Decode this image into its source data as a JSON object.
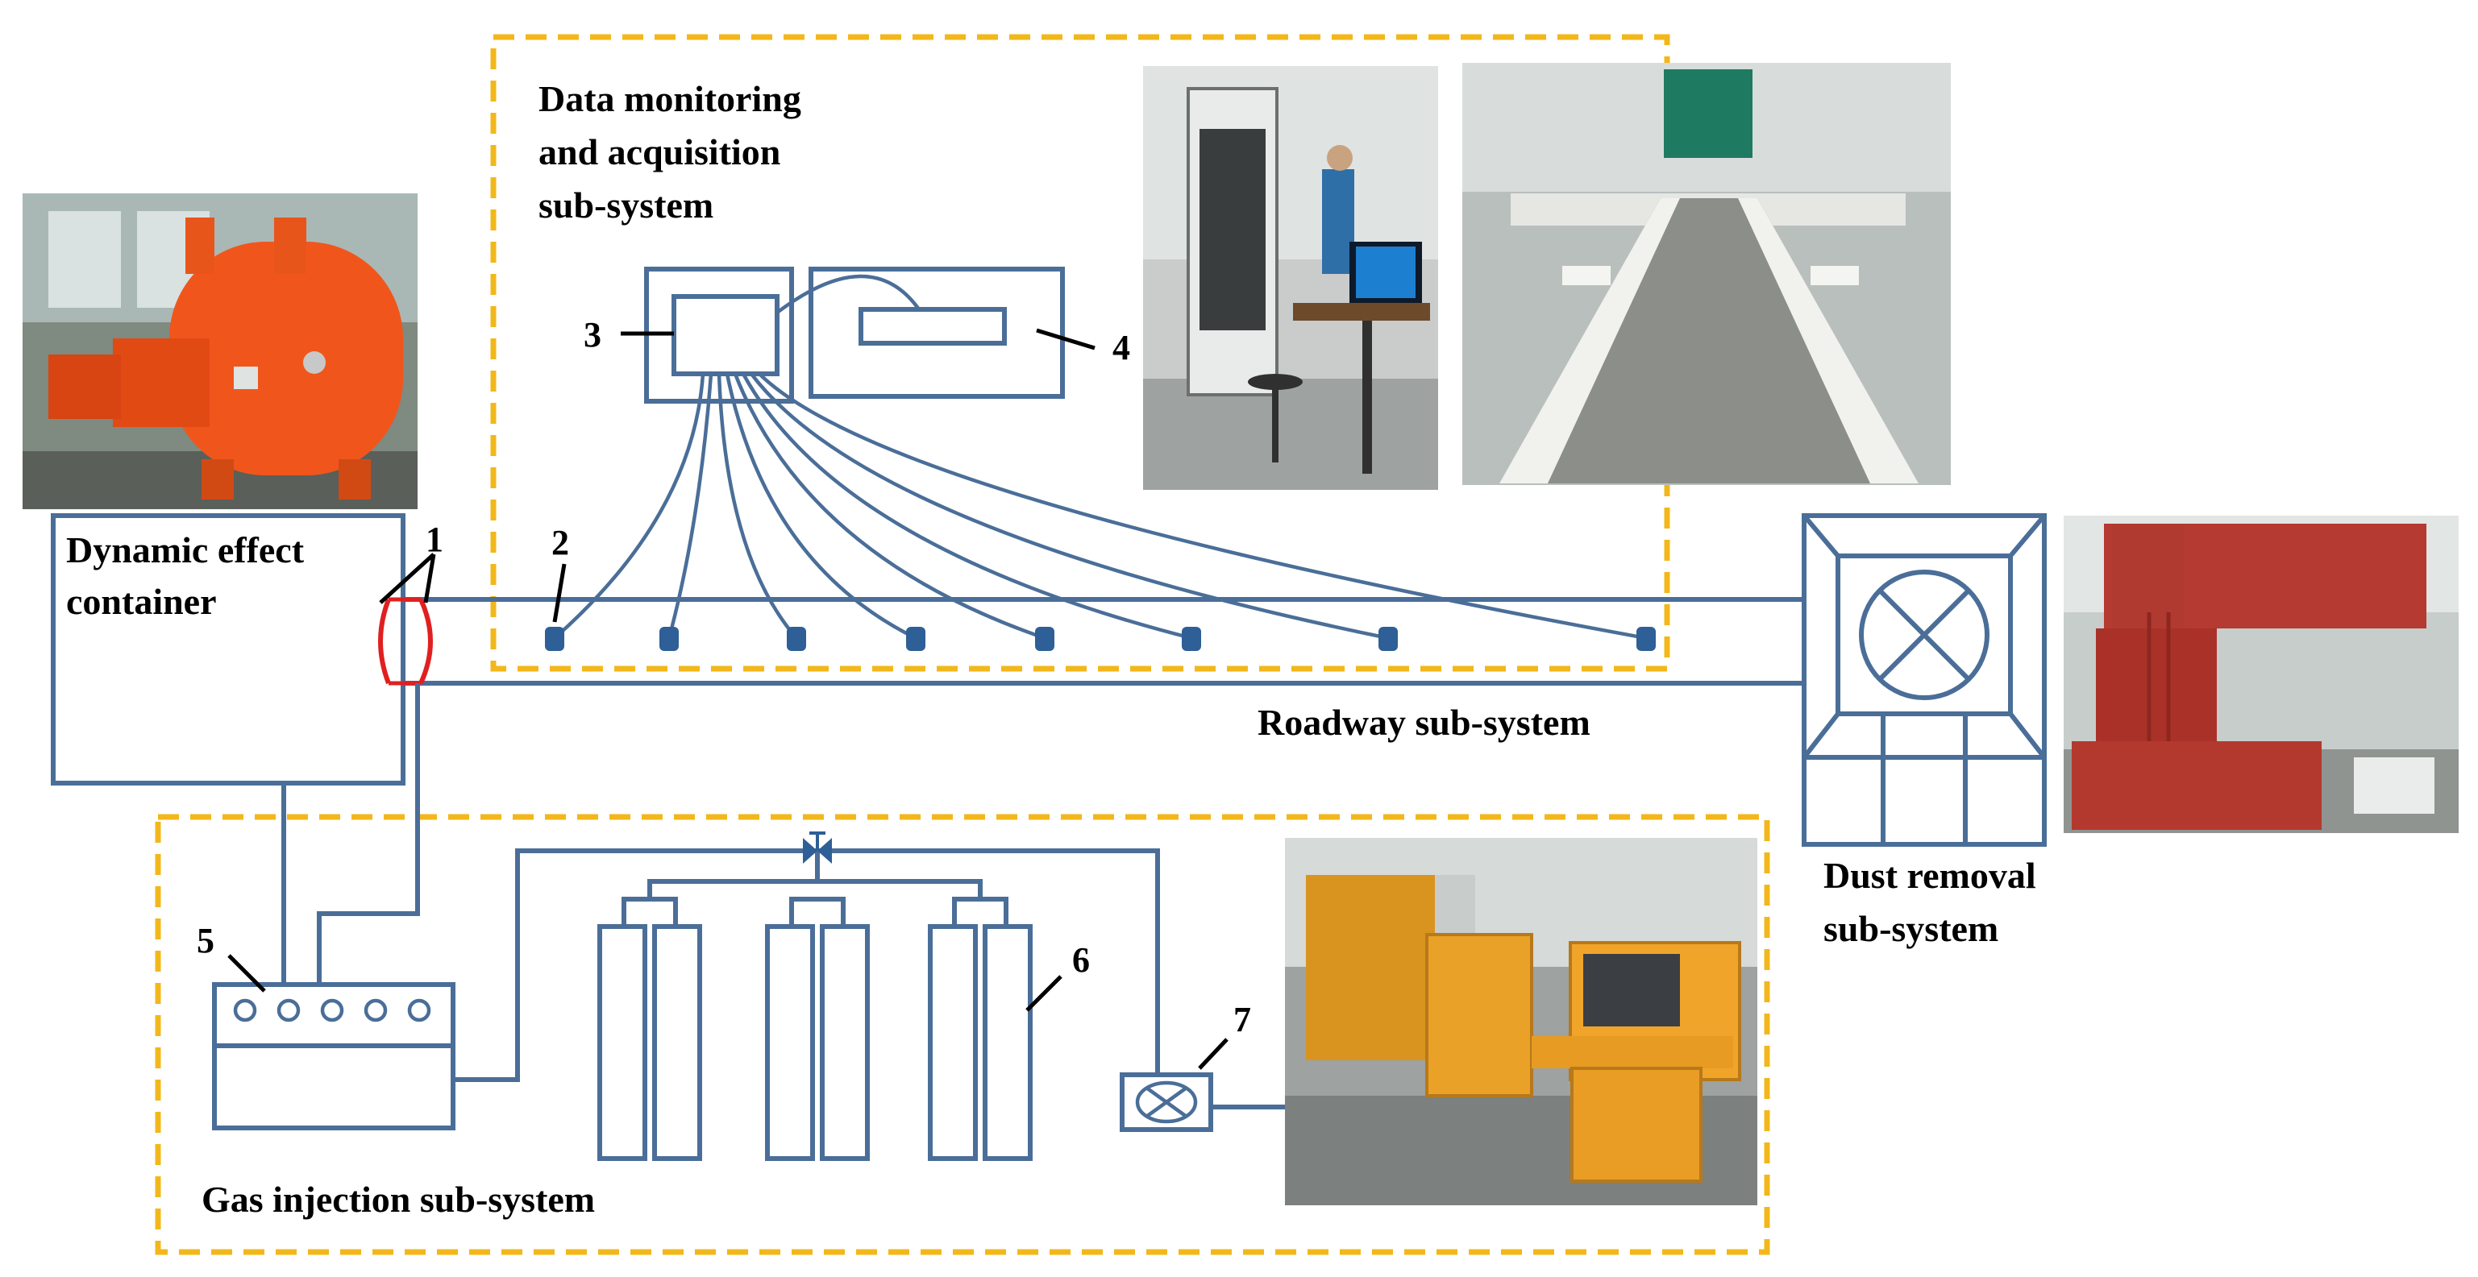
{
  "labels": {
    "dynamic_container_l1": "Dynamic effect",
    "dynamic_container_l2": "container",
    "data_sub_l1": "Data monitoring",
    "data_sub_l2": "and acquisition",
    "data_sub_l3": "sub-system",
    "roadway": "Roadway sub-system",
    "dust_l1": "Dust removal",
    "dust_l2": "sub-system",
    "gas": "Gas injection sub-system"
  },
  "numbers": {
    "n1": "1",
    "n2": "2",
    "n3": "3",
    "n4": "4",
    "n5": "5",
    "n6": "6",
    "n7": "7"
  },
  "colors": {
    "line": "#4a6e98",
    "dashed_border": "#f2b71a",
    "rupture_disc": "#e02020",
    "sensor_fill": "#2e5f96"
  },
  "photos": [
    "orange pressure vessel",
    "monitoring cabinet with computer",
    "roadway test track",
    "red dust removal tower",
    "orange gas control cabinets"
  ]
}
